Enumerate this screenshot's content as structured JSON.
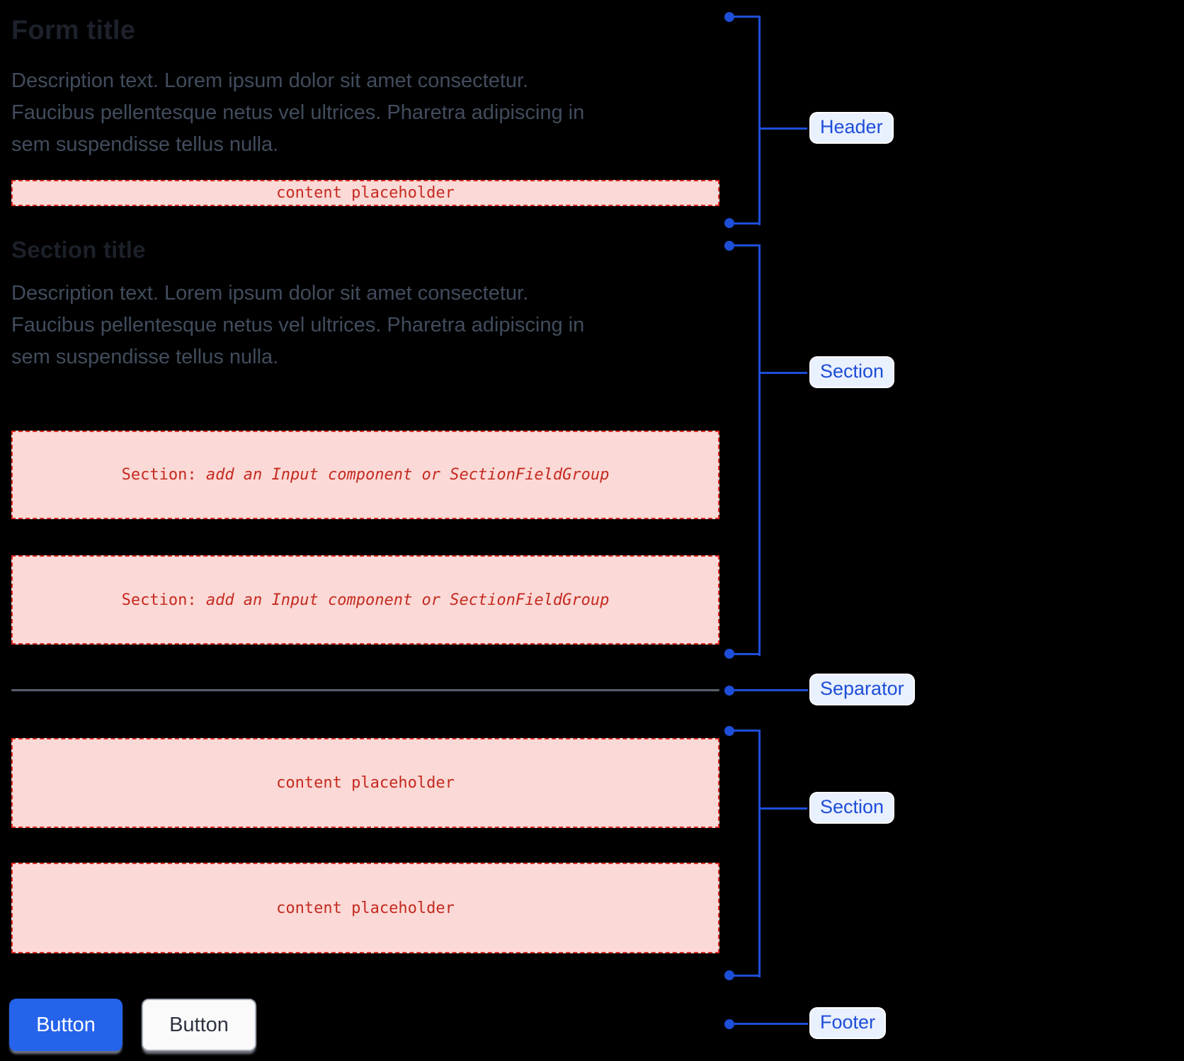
{
  "form": {
    "title": "Form title",
    "description": "Description text. Lorem ipsum dolor sit amet consectetur.\nFaucibus pellentesque netus vel ultrices. Pharetra adipiscing in\nsem suspendisse tellus nulla.",
    "header_placeholder": "content placeholder",
    "section": {
      "title": "Section title",
      "description": "Description text. Lorem ipsum dolor sit amet consectetur.\nFaucibus pellentesque netus vel ultrices. Pharetra adipiscing in\nsem suspendisse tellus nulla.",
      "box_prefix": "Section: ",
      "box_rest": "add an Input component or SectionFieldGroup"
    },
    "lower_section": {
      "placeholder_1": "content placeholder",
      "placeholder_2": "content placeholder"
    },
    "footer": {
      "primary_button_label": "Button",
      "secondary_button_label": "Button"
    }
  },
  "annotations": {
    "header": {
      "label": "Header"
    },
    "section_top": {
      "label": "Section"
    },
    "separator": {
      "label": "Separator"
    },
    "section_bottom": {
      "label": "Section"
    },
    "footer": {
      "label": "Footer"
    }
  },
  "colors": {
    "accent_blue": "#1d4ed8",
    "annotation_label_bg": "#e9f0fe",
    "placeholder_pink": "#fbd9d6",
    "placeholder_red_border": "#dc2b20",
    "placeholder_red_text": "#c52a20",
    "primary_button_blue": "#2563eb",
    "separator_gray": "#59616e"
  }
}
